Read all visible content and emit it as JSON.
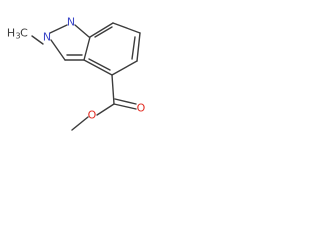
{
  "molecule": {
    "atoms": {
      "n1": "N",
      "n2": "N",
      "methyl_h": "H",
      "methyl_sub": "3",
      "methyl_c": "C",
      "carbonyl_o": "O",
      "ester_o": "O"
    },
    "colors": {
      "bond": "#3c3c3c",
      "nitrogen": "#3b47c7",
      "oxygen": "#e22c22",
      "carbon": "#3c3c3c"
    }
  }
}
